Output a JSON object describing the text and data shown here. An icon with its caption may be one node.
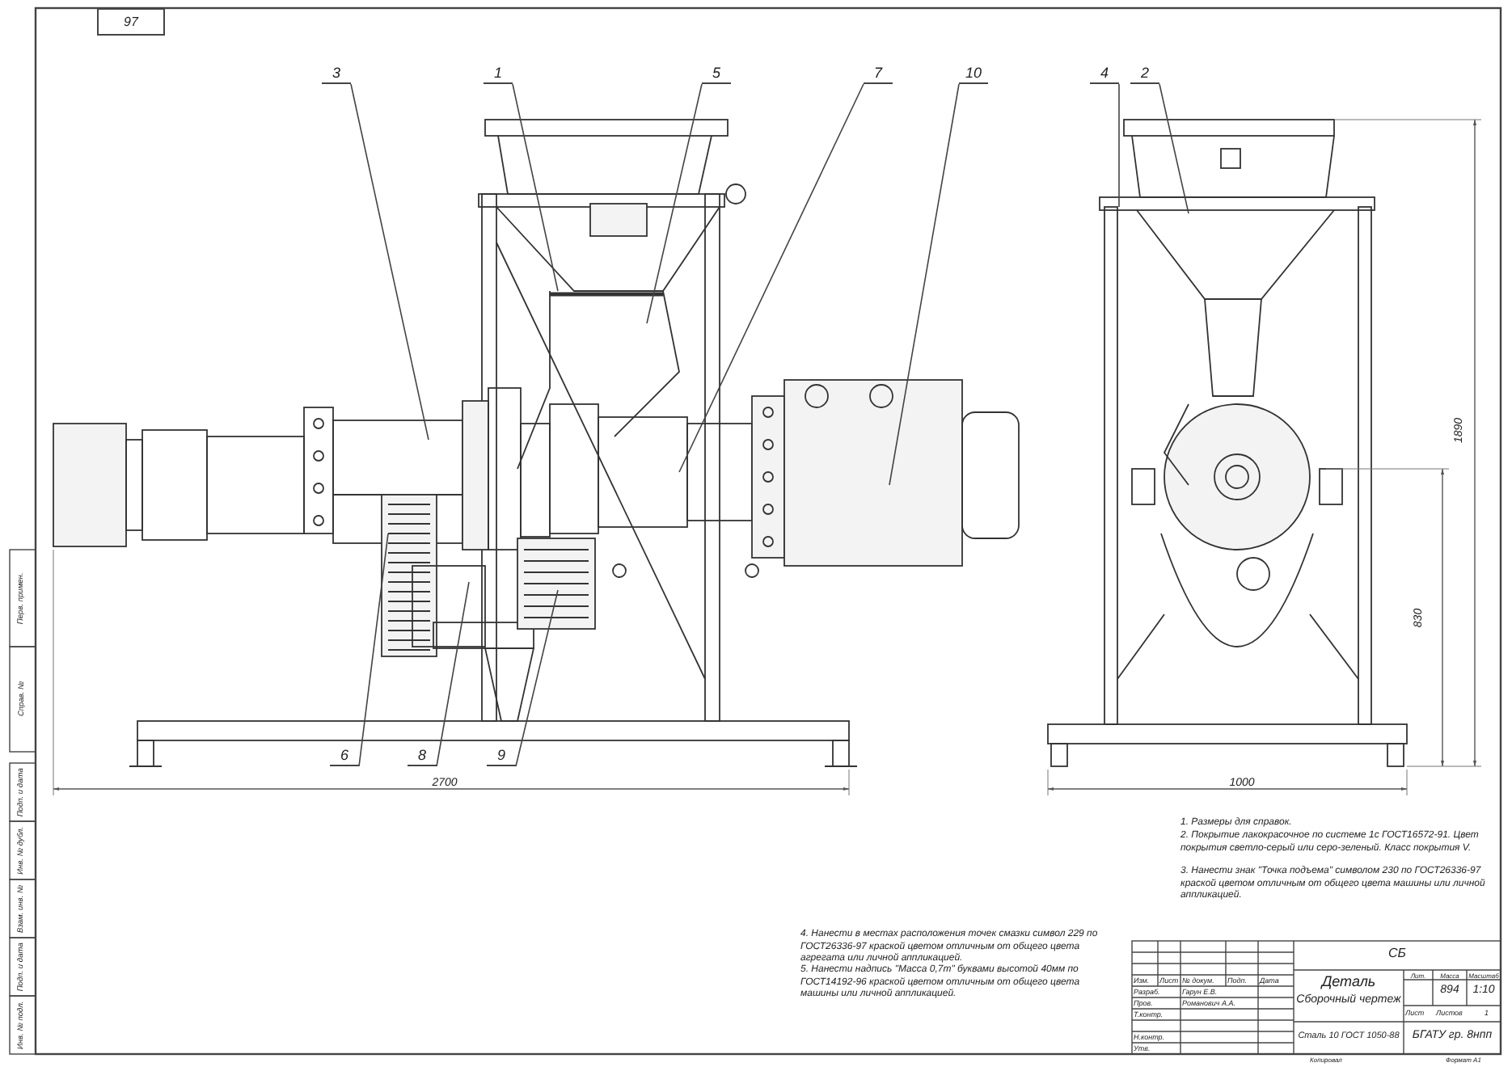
{
  "diagram": {
    "nodes": [
      {
        "text": [
          "3"
        ]
      },
      {
        "text": [
          "1"
        ]
      },
      {
        "text": [
          "5"
        ]
      },
      {
        "text": [
          "7"
        ]
      },
      {
        "text": [
          "10"
        ]
      },
      {
        "text": [
          "4"
        ]
      },
      {
        "text": [
          "2"
        ]
      },
      {
        "text": [
          "6"
        ]
      },
      {
        "text": [
          "8"
        ]
      },
      {
        "text": [
          "9"
        ]
      }
    ],
    "edges": [
      {
        "from": 0,
        "to": null,
        "arrow": "none"
      },
      {
        "from": 1,
        "to": null,
        "arrow": "none"
      },
      {
        "from": 2,
        "to": null,
        "arrow": "none"
      },
      {
        "from": 3,
        "to": null,
        "arrow": "none"
      },
      {
        "from": 4,
        "to": null,
        "arrow": "none"
      },
      {
        "from": 5,
        "to": null,
        "arrow": "none"
      },
      {
        "from": 6,
        "to": null,
        "arrow": "none"
      },
      {
        "from": 7,
        "to": null,
        "arrow": "none"
      },
      {
        "from": 8,
        "to": null,
        "arrow": "none"
      },
      {
        "from": 9,
        "to": null,
        "arrow": "none"
      }
    ],
    "labels": [
      "97",
      "2700",
      "1000",
      "1890",
      "830",
      "1. Размеры для справок.",
      "2. Покрытие лакокрасочное по системе 1с ГОСТ16572-91. Цвет покрытия светло-серый или серо-зеленый. Класс покрытия V.",
      "3. Нанести знак \"Точка подъема\" символом 230 по ГОСТ26336-97 краской цветом отличным от общего цвета машины или личной аппликацией.",
      "4. Нанести в местах расположения точек смазки символ 229 по ГОСТ26336-97 краской цветом отличным от общего цвета агрегата или личной аппликацией.",
      "5. Нанести надпись \"Масса 0,7т\" буквами высотой 40мм по ГОСТ14192-96 краской цветом отличным от общего цвета машины или личной аппликацией.",
      "СБ",
      "Лит.",
      "Масса",
      "Масштаб",
      "Изм.",
      "Лист",
      "№ докум.",
      "Подп.",
      "Дата",
      "Деталь",
      "Разраб.",
      "Гарун Е.В.",
      "894",
      "1:10",
      "Пров.",
      "Романович А.А.",
      "Сборочный чертеж",
      "Т.контр.",
      "Лист",
      "Листов",
      "1",
      "Н.контр.",
      "Утв.",
      "Сталь 10 ГОСТ 1050-88",
      "БГАТУ гр. 8нпп",
      "Копировал",
      "Формат А1",
      "Перв. примен.",
      "Справ. №",
      "Подп. и дата",
      "Инв. № дубл.",
      "Взам. инв. №",
      "Подп. и дата",
      "Инв. № подл."
    ]
  }
}
